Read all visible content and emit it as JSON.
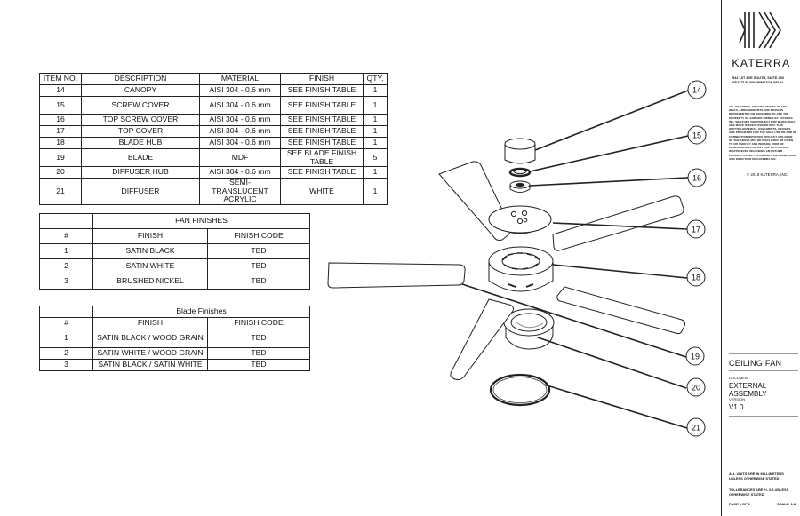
{
  "parts_table": {
    "headers": [
      "ITEM NO.",
      "DESCRIPTION",
      "MATERIAL",
      "FINISH",
      "QTY."
    ],
    "rows": [
      {
        "item": "14",
        "description": "CANOPY",
        "material": "AISI 304 - 0.6 mm",
        "finish": "SEE FINISH TABLE",
        "qty": "1"
      },
      {
        "item": "15",
        "description": "SCREW COVER",
        "material": "AISI 304 - 0.6 mm",
        "finish": "SEE FINISH TABLE",
        "qty": "1"
      },
      {
        "item": "16",
        "description": "TOP SCREW COVER",
        "material": "AISI 304 - 0.6 mm",
        "finish": "SEE FINISH TABLE",
        "qty": "1"
      },
      {
        "item": "17",
        "description": "TOP COVER",
        "material": "AISI 304 - 0.6 mm",
        "finish": "SEE FINISH TABLE",
        "qty": "1"
      },
      {
        "item": "18",
        "description": "BLADE HUB",
        "material": "AISI 304 - 0.6 mm",
        "finish": "SEE FINISH TABLE",
        "qty": "1"
      },
      {
        "item": "19",
        "description": "BLADE",
        "material": "MDF",
        "finish": "SEE BLADE FINISH TABLE",
        "qty": "5"
      },
      {
        "item": "20",
        "description": "DIFFUSER HUB",
        "material": "AISI 304 - 0.6 mm",
        "finish": "SEE FINISH TABLE",
        "qty": "1"
      },
      {
        "item": "21",
        "description": "DIFFUSER",
        "material": "SEMI-TRANSLUCENT ACRYLIC",
        "finish": "WHITE",
        "qty": "1"
      }
    ]
  },
  "fan_finishes": {
    "title": "FAN FINISHES",
    "headers": [
      "#",
      "FINISH",
      "FINISH CODE"
    ],
    "rows": [
      {
        "num": "1",
        "finish": "SATIN BLACK",
        "code": "TBD"
      },
      {
        "num": "2",
        "finish": "SATIN WHITE",
        "code": "TBD"
      },
      {
        "num": "3",
        "finish": "BRUSHED NICKEL",
        "code": "TBD"
      }
    ]
  },
  "blade_finishes": {
    "title": "Blade Finishes",
    "headers": [
      "#",
      "FINISH",
      "FINISH CODE"
    ],
    "rows": [
      {
        "num": "1",
        "finish": "SATIN BLACK / WOOD GRAIN",
        "code": "TBD"
      },
      {
        "num": "2",
        "finish": "SATIN WHITE / WOOD GRAIN",
        "code": "TBD"
      },
      {
        "num": "3",
        "finish": "SATIN BLACK / SATIN WHITE",
        "code": "TBD"
      }
    ]
  },
  "callouts": [
    "14",
    "15",
    "16",
    "17",
    "18",
    "19",
    "20",
    "21"
  ],
  "title_block": {
    "brand": "KATERRA",
    "address_line1": "542 1ST AVE SOUTH, SUITE 400",
    "address_line2": "SEATTLE, WASHINGTON 98104",
    "legal_note": "ALL DRAWINGS, SPECIFICATIONS, PLANS, IDEAS, ARRANGEMENTS AND DESIGNS REPRESENTED OR REFERRED TO ARE THE PROPERTY OF AND ARE OWNED BY KATERRA INC. WHETHER THE PROJECT FOR WHICH THEY ARE MADE IS EXECUTED OR NOT. THIS WRITTEN MATERIAL, DOCUMENTS, DESIGNS AND PROGRAMS FOR THE SOLE USE ON AND IN CONNECTION WITH THIS PROJECT ARE NONE OF THE ABOVE MAY BE DISCLOSED OR GIVEN TO OR USED BY ANY PERSON, FIRM OR CORPORATION FOR ANY USE OR PURPOSE WHATSOEVER INCLUDING ANY OTHER PROJECT, EXCEPT UPON WRITTEN PERMISSION AND DIRECTION OF KATERRA INC.",
    "copyright": "© 2019 KATERRA, INC.",
    "project": "CEILING FAN",
    "document_label": "DOCUMENT",
    "document": "EXTERNAL ASSEMBLY",
    "version_label": "VERSION",
    "version": "V1.0",
    "units_note": "ALL UNITS ARE IN MILLIMETERS UNLESS OTHERWISE STATED",
    "tolerance_note": "TOLLERANCES ARE +/- 0.1 UNLESS OTHERWISE STATED",
    "page": "PAGE 1 OF 1",
    "scale": "SCALE: 1:8"
  }
}
